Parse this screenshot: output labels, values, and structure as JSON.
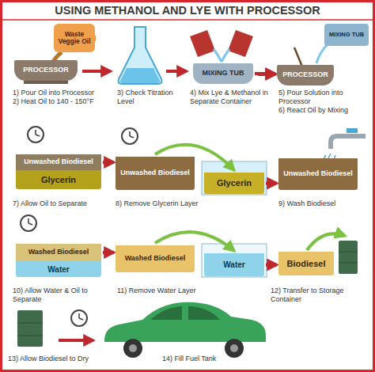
{
  "diagram": {
    "title": "USING METHANOL AND LYE WITH PROCESSOR",
    "nodes": [
      {
        "text": [
          "Waste Veggie Oil"
        ]
      },
      {
        "text": [
          "PROCESSOR"
        ]
      },
      {
        "text": [
          "MIXING TUB"
        ]
      },
      {
        "text": [
          "MIXING TUB"
        ]
      },
      {
        "text": [
          "PROCESSOR"
        ]
      },
      {
        "text": [
          "Unwashed Biodiesel"
        ]
      },
      {
        "text": [
          "Glycerin"
        ]
      },
      {
        "text": [
          "Unwashed Biodiesel"
        ]
      },
      {
        "text": [
          "Glycerin"
        ]
      },
      {
        "text": [
          "Unwashed Biodiesel"
        ]
      },
      {
        "text": [
          "Washed Biodiesel"
        ]
      },
      {
        "text": [
          "Water"
        ]
      },
      {
        "text": [
          "Washed Biodiesel"
        ]
      },
      {
        "text": [
          "Water"
        ]
      },
      {
        "text": [
          "Biodiesel"
        ]
      }
    ],
    "edges": [
      {
        "from": 2,
        "to": 4,
        "arrow": "to"
      },
      {
        "from": 5,
        "to": 7,
        "arrow": "to"
      },
      {
        "from": 7,
        "to": 8,
        "arrow": "to"
      },
      {
        "from": 8,
        "to": 9,
        "arrow": "to"
      },
      {
        "from": 10,
        "to": 12,
        "arrow": "to"
      },
      {
        "from": 12,
        "to": 13,
        "arrow": "to"
      },
      {
        "from": 13,
        "to": 14,
        "arrow": "to"
      }
    ],
    "labels": [
      "1) Pour Oil into Processor",
      "2) Heat Oil to 140 - 150°F",
      "3) Check Titration Level",
      "4) Mix Lye & Methanol in Separate Container",
      "5) Pour Solution into Processor",
      "6) React Oil by Mixing",
      "7) Allow Oil to Separate",
      "8) Remove Glycerin Layer",
      "9) Wash Biodiesel",
      "10) Allow Water & Oil to Separate",
      "11) Remove Water Layer",
      "12) Transfer to Storage Container",
      "13) Allow Biodiesel to Dry",
      "14) Fill Fuel Tank"
    ]
  }
}
